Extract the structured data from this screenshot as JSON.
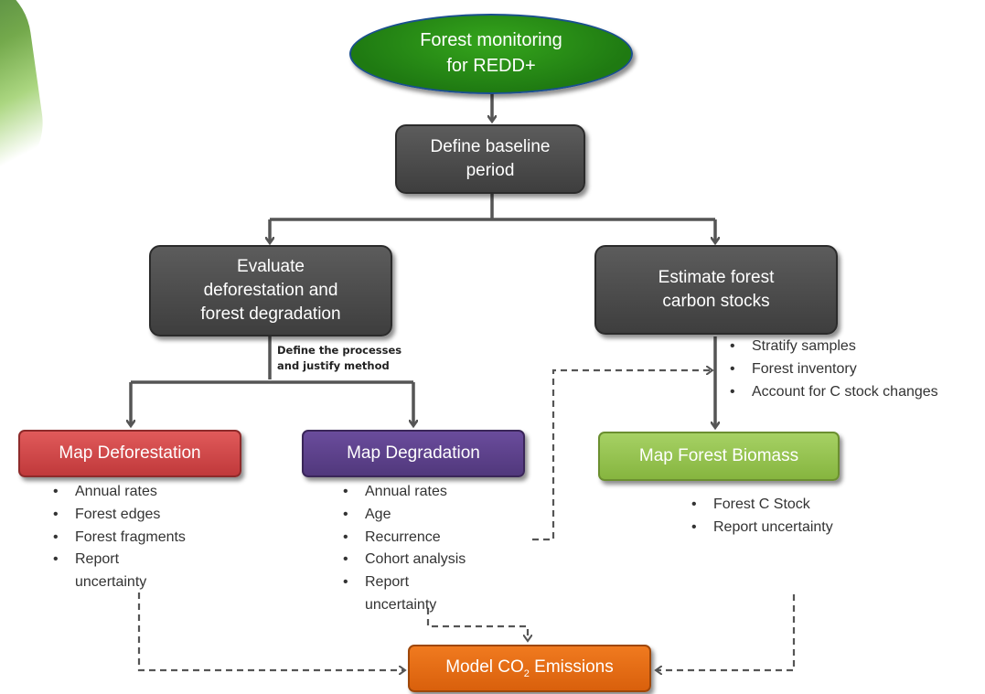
{
  "diagram": {
    "start": "Forest monitoring\nfor REDD+",
    "baseline": "Define baseline\nperiod",
    "evaluate": "Evaluate\ndeforestation and\nforest degradation",
    "estimate": "Estimate forest\ncarbon stocks",
    "process_note": "Define the processes\nand justify method",
    "carbon_bullets": [
      "Stratify samples",
      "Forest inventory",
      "Account for C stock changes"
    ],
    "map_deforestation": "Map Deforestation",
    "deforestation_bullets": [
      "Annual rates",
      "Forest edges",
      "Forest fragments",
      "Report\nuncertainty"
    ],
    "map_degradation": "Map Degradation",
    "degradation_bullets": [
      "Annual rates",
      "Age",
      "Recurrence",
      "Cohort analysis",
      "Report\nuncertainty"
    ],
    "map_biomass": "Map Forest Biomass",
    "biomass_bullets": [
      "Forest C Stock",
      "Report uncertainty"
    ],
    "model_prefix": "Model CO",
    "model_sub": "2",
    "model_suffix": " Emissions"
  },
  "colors": {
    "start": "#1f7a12",
    "process": "#4a4a4a",
    "deforestation": "#c94446",
    "degradation": "#5a4088",
    "biomass": "#94c04e",
    "model": "#e56a14",
    "connector": "#555555"
  }
}
